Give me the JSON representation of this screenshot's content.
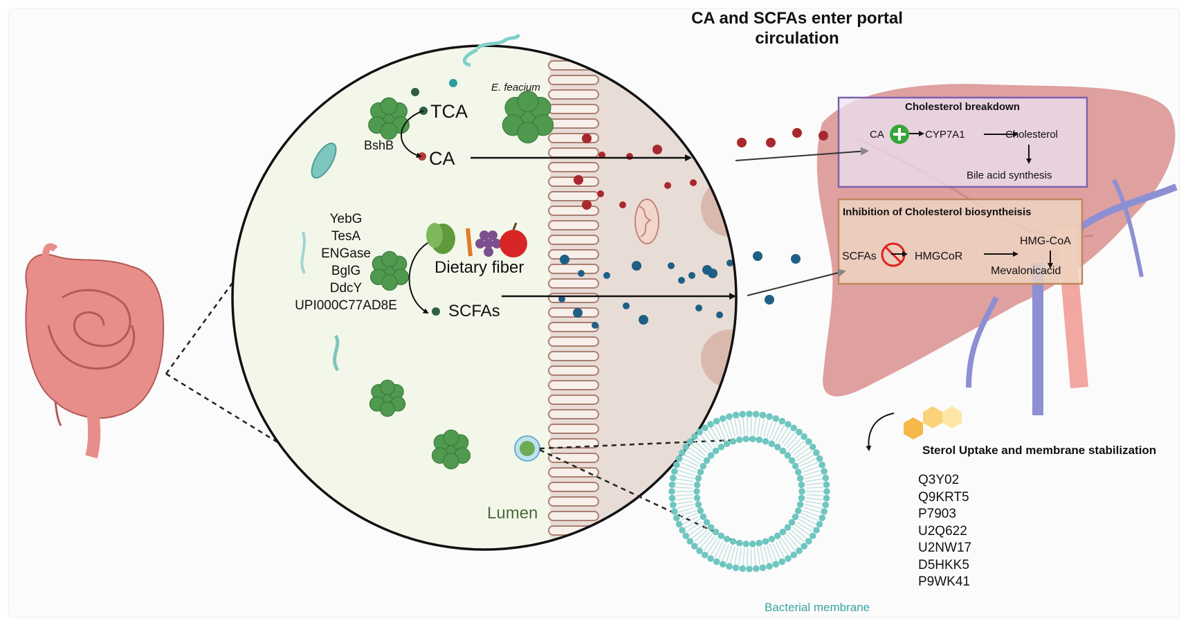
{
  "header": {
    "title_line1": "CA and SCFAs enter portal",
    "title_line2": "circulation"
  },
  "gut_circle": {
    "bacterium_label": "E. feacium",
    "substrate": "TCA",
    "enzyme": "BshB",
    "product": "CA",
    "genes": [
      "YebG",
      "TesA",
      "ENGase",
      "BglG",
      "DdcY",
      "UPI000C77AD8E"
    ],
    "fiber_label": "Dietary fiber",
    "scfa_label": "SCFAs",
    "lumen_label": "Lumen"
  },
  "liver": {
    "breakdown": {
      "title": "Cholesterol breakdown",
      "ca": "CA",
      "enzyme": "CYP7A1",
      "cholesterol": "Cholesterol",
      "outcome": "Bile acid synthesis"
    },
    "inhibition": {
      "title": "Inhibition of Cholesterol biosyntheisis",
      "scfas": "SCFAs",
      "enzyme": "HMGCoR",
      "hmgcoa": "HMG-CoA",
      "mevalonic": "Mevalonicacid"
    }
  },
  "membrane": {
    "title": "Sterol Uptake and membrane stabilization",
    "proteins": [
      "Q3Y02",
      "Q9KRT5",
      "P7903",
      "U2Q622",
      "U2NW17",
      "D5HKK5",
      "P9WK41"
    ],
    "label": "Bacterial membrane"
  },
  "colors": {
    "ca_dot": "#a8282e",
    "scfa_dot": "#1f5f85",
    "bacteria": "#4f9a4f",
    "lumen_bg": "#f3f7ea",
    "tissue_bg": "#e8dcd6",
    "liver": "#d88f8f",
    "breakdown_box": "#7e5fae",
    "inhibition_box": "#c0865a",
    "membrane": "#6fc6c0"
  }
}
